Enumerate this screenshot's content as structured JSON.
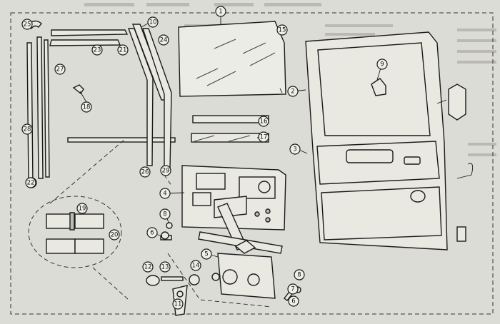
{
  "callouts": [
    {
      "label": "1"
    },
    {
      "label": "2"
    },
    {
      "label": "3"
    },
    {
      "label": "4"
    },
    {
      "label": "5"
    },
    {
      "label": "6"
    },
    {
      "label": "7"
    },
    {
      "label": "8"
    },
    {
      "label": "9"
    },
    {
      "label": "10"
    },
    {
      "label": "11"
    },
    {
      "label": "12"
    },
    {
      "label": "13"
    },
    {
      "label": "14"
    },
    {
      "label": "15"
    },
    {
      "label": "16"
    },
    {
      "label": "17"
    },
    {
      "label": "18"
    },
    {
      "label": "19"
    },
    {
      "label": "20"
    },
    {
      "label": "21"
    },
    {
      "label": "22"
    },
    {
      "label": "23"
    },
    {
      "label": "24"
    },
    {
      "label": "25"
    },
    {
      "label": "26"
    },
    {
      "label": "27"
    },
    {
      "label": "28"
    },
    {
      "label": "29"
    },
    {
      "label": "6"
    },
    {
      "label": "8"
    },
    {
      "label": "22"
    }
  ]
}
